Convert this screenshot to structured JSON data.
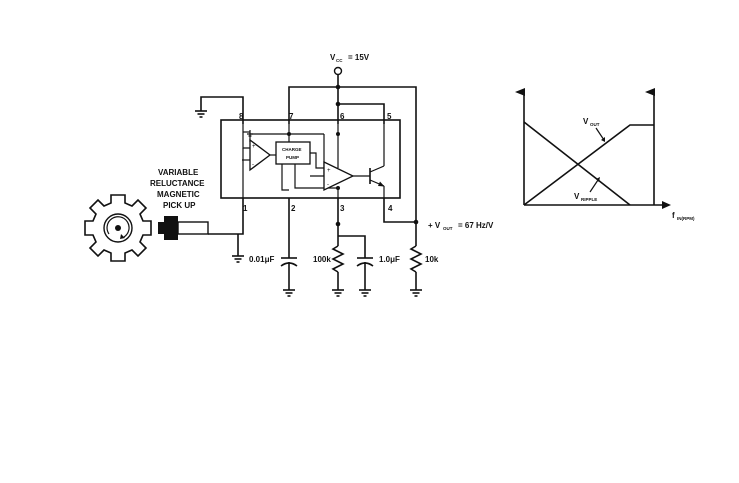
{
  "schematic": {
    "supply": {
      "vcc": "V",
      "vcc_sub": "CC",
      "vcc_value": "= 15V"
    },
    "sensor": {
      "line1": "VARIABLE",
      "line2": "RELUCTANCE",
      "line3": "MAGNETIC",
      "line4": "PICK UP"
    },
    "blocks": {
      "charge_pump_line1": "CHARGE",
      "charge_pump_line2": "PUMP"
    },
    "pins": {
      "p1": "1",
      "p2": "2",
      "p3": "3",
      "p4": "4",
      "p5": "5",
      "p6": "6",
      "p7": "7",
      "p8": "8"
    },
    "components": {
      "c1": "0.01μF",
      "r1": "100k",
      "c2": "1.0μF",
      "r2": "10k"
    },
    "output": {
      "vout_label": "+ V",
      "vout_sub": "OUT",
      "vout_value": "= 67 Hz/V"
    }
  },
  "graph": {
    "vout": "V",
    "vout_sub": "OUT",
    "vripple": "V",
    "vripple_sub": "RIPPLE",
    "xaxis": "f",
    "xaxis_sub": "IN(RPM)"
  }
}
